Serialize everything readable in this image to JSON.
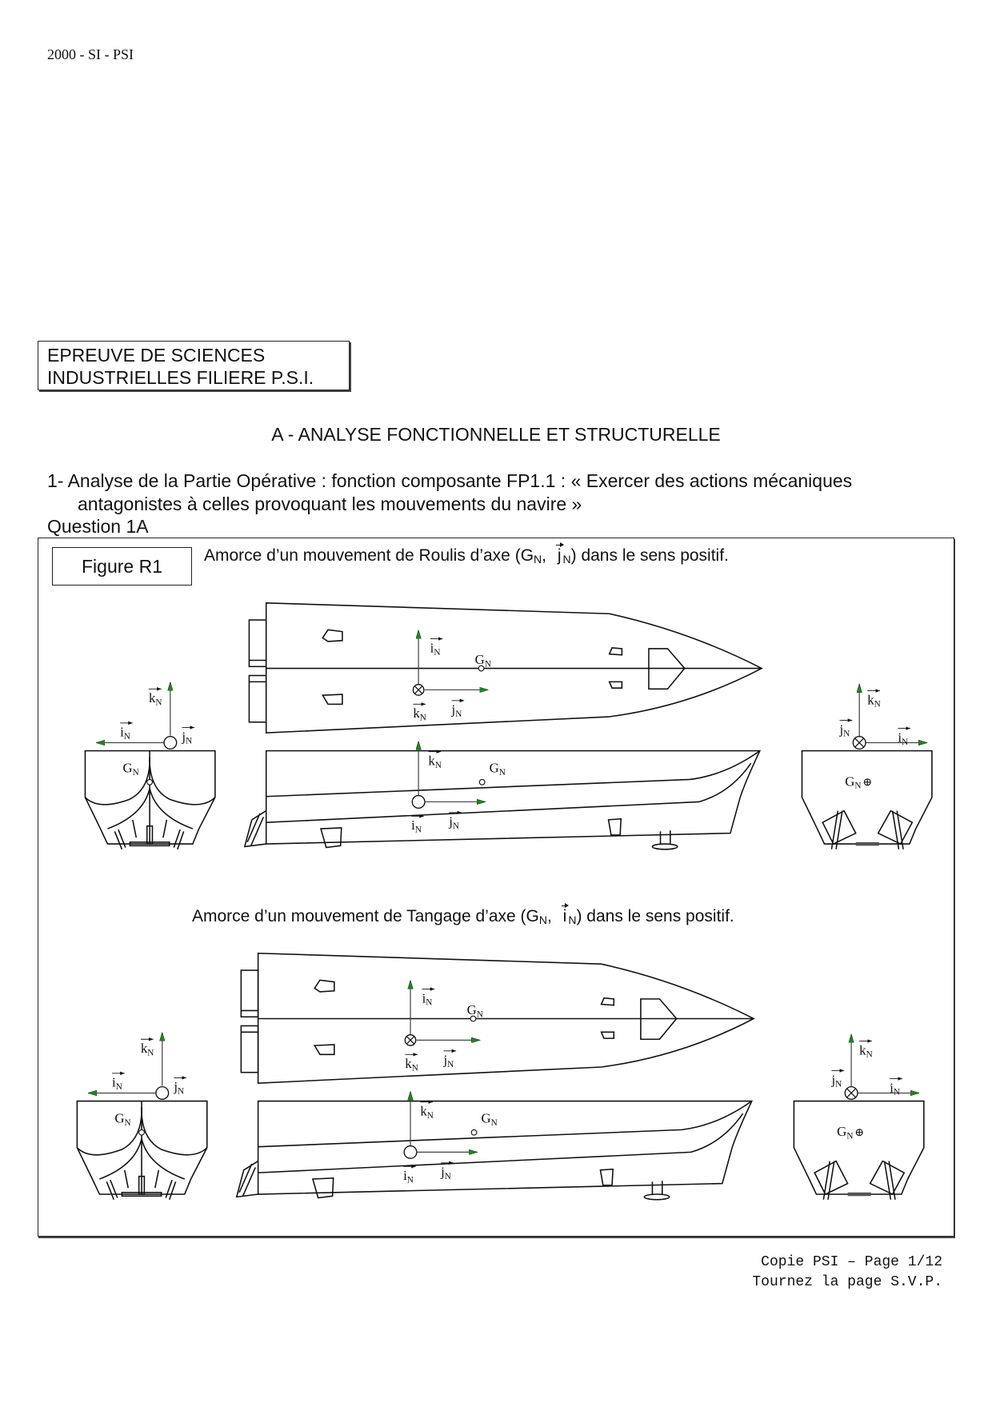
{
  "header": {
    "ref": "2000 - SI - PSI"
  },
  "title_box": {
    "line1": "EPREUVE DE SCIENCES",
    "line2": "INDUSTRIELLES FILIERE P.S.I."
  },
  "section_title": "A - ANALYSE FONCTIONNELLE ET STRUCTURELLE",
  "item": {
    "line1": "1-  Analyse de la Partie Opérative : fonction composante FP1.1 : « Exercer des actions mécaniques",
    "line2": "antagonistes à celles provoquant les mouvements du navire »",
    "question": "Question 1A"
  },
  "figure": {
    "label": "Figure R1",
    "caption1": {
      "before": "Amorce d’un mouvement de Roulis d’axe (G",
      "sub": "N",
      "sep": ", ",
      "vector": "j",
      "vsub": "N",
      "after": ") dans le sens positif."
    },
    "caption2": {
      "before": "Amorce d’un mouvement de Tangage d’axe (G",
      "sub": "N",
      "sep": ", ",
      "vector": "i",
      "vsub": "N",
      "after": ") dans le sens positif."
    },
    "labels": {
      "i": "i",
      "j": "j",
      "k": "k",
      "G": "G",
      "sub": "N"
    },
    "arrow_color": "#1a8a1a"
  },
  "footer": {
    "line1": "Copie PSI – Page 1/12",
    "line2": "Tournez la page S.V.P."
  }
}
